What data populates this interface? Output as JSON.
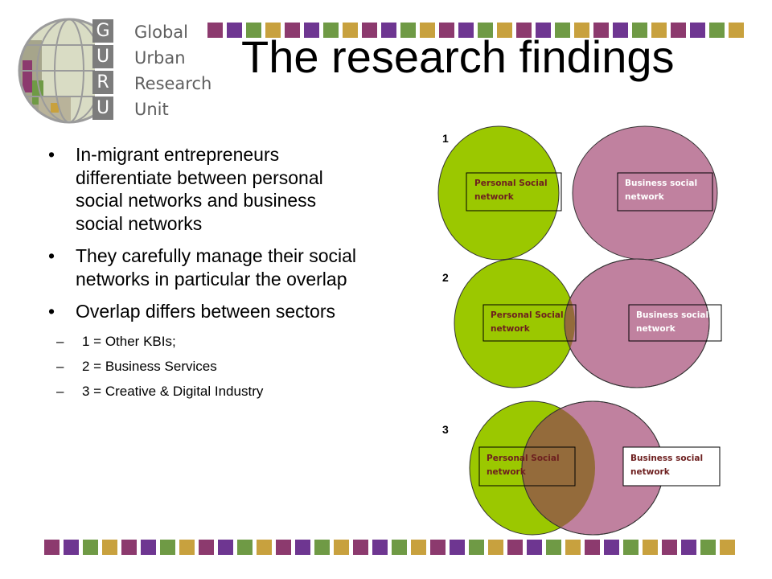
{
  "colors": {
    "green": "#9bc800",
    "pink": "#c0819f",
    "overlap": "#946b3b",
    "strip": [
      "#8c3a6e",
      "#6e3691",
      "#6f9a45",
      "#c8a13e"
    ]
  },
  "logo": {
    "letters": [
      "G",
      "U",
      "R",
      "U"
    ],
    "words": [
      "Global",
      "Urban",
      "Research",
      "Unit"
    ]
  },
  "page": {
    "title": "The research findings"
  },
  "bullets": [
    "In-migrant entrepreneurs differentiate between personal social networks and business social networks",
    "They carefully manage their social networks in particular the overlap",
    "Overlap differs between sectors"
  ],
  "sub_items": [
    "1 = Other KBIs;",
    "2 = Business Services",
    "3 = Creative & Digital Industry"
  ],
  "diagram": {
    "labels": {
      "personal_line1": "Personal Social",
      "personal_line2": "network",
      "business_line1": "Business social",
      "business_line2": "network"
    },
    "rows": [
      {
        "number": "1"
      },
      {
        "number": "2"
      },
      {
        "number": "3"
      }
    ]
  }
}
